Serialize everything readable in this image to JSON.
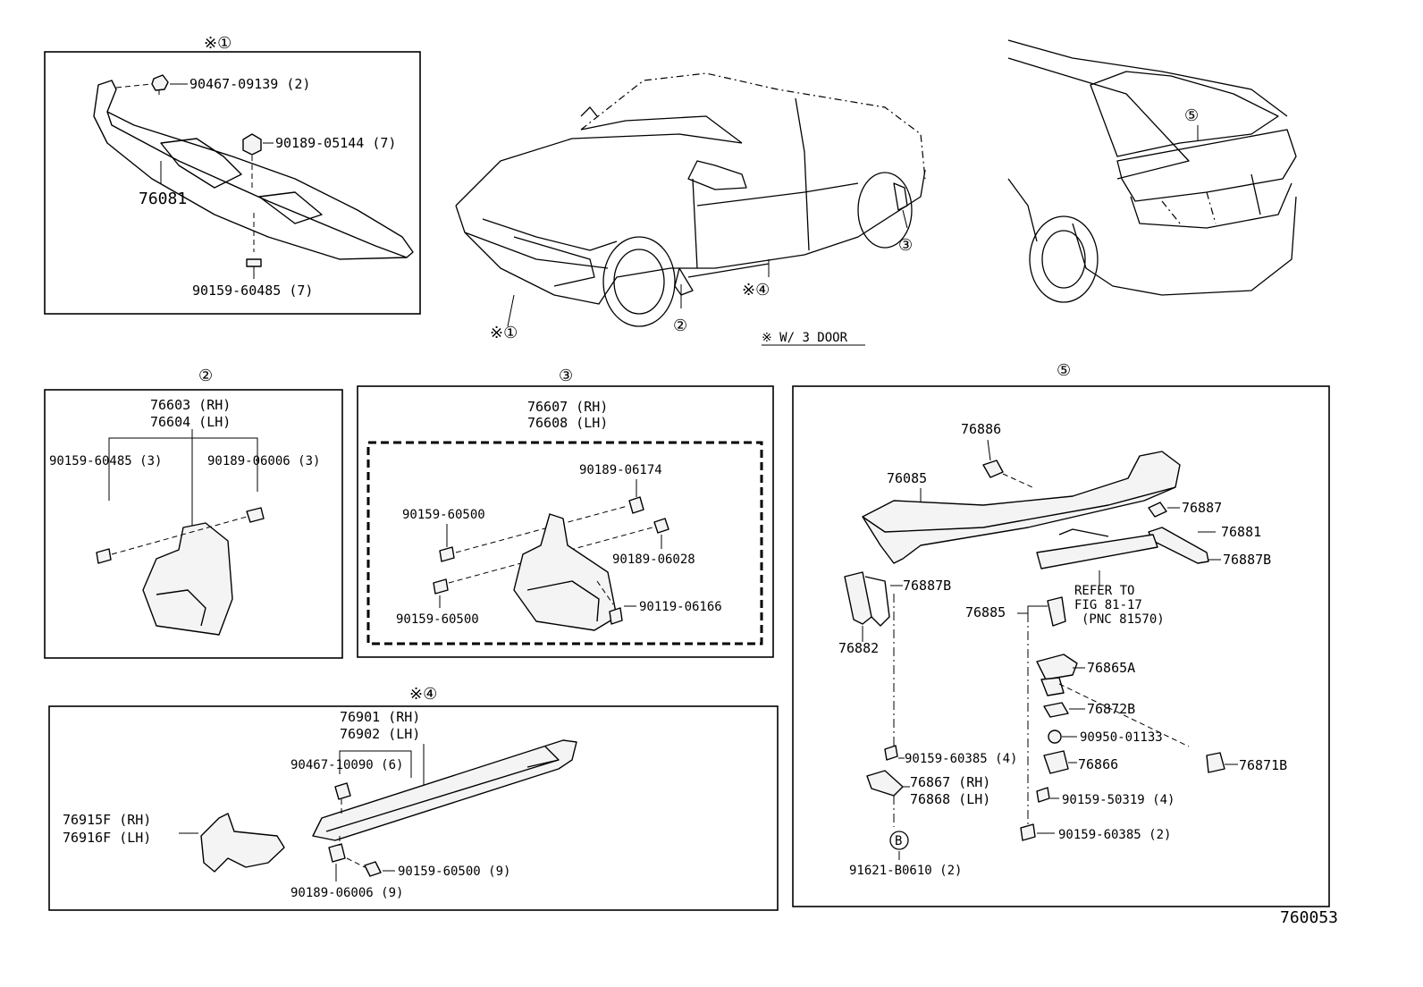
{
  "diagram_id": "760053",
  "note": "※ W/ 3 DOOR",
  "section_marks": {
    "s1": "※①",
    "s2": "②",
    "s3": "③",
    "s4": "※④",
    "s5": "⑤"
  },
  "car_callouts": {
    "c1": "※①",
    "c2": "②",
    "c3": "③",
    "c4": "※④",
    "c5": "⑤"
  },
  "panel1": {
    "p1": "90467-09139 (2)",
    "p2": "90189-05144 (7)",
    "p3": "76081",
    "p4": "90159-60485 (7)"
  },
  "panel2": {
    "main_rh": "76603 (RH)",
    "main_lh": "76604 (LH)",
    "left": "90159-60485 (3)",
    "right": "90189-06006 (3)"
  },
  "panel3": {
    "main_rh": "76607 (RH)",
    "main_lh": "76608 (LH)",
    "a": "90189-06174",
    "b": "90159-60500",
    "c": "90189-06028",
    "d": "90159-60500",
    "e": "90119-06166"
  },
  "panel4": {
    "main_rh": "76901 (RH)",
    "main_lh": "76902 (LH)",
    "a": "90467-10090 (6)",
    "flap_rh": "76915F (RH)",
    "flap_lh": "76916F (LH)",
    "b": "90159-60500 (9)",
    "c": "90189-06006 (9)"
  },
  "panel5": {
    "p76886": "76886",
    "p76085": "76085",
    "p76887": "76887",
    "p76881": "76881",
    "p76887b_r": "76887B",
    "p76887b_l": "76887B",
    "refer1": "REFER TO",
    "refer2": "FIG 81-17",
    "refer3": "(PNC 81570)",
    "p76885": "76885",
    "p76882": "76882",
    "p76865a": "76865A",
    "p76872b": "76872B",
    "p90950": "90950-01133",
    "p90159_385_4": "90159-60385 (4)",
    "p76866": "76866",
    "p76871b": "76871B",
    "p76867": "76867 (RH)",
    "p76868": "76868 (LH)",
    "p90159_319": "90159-50319 (4)",
    "p90159_385_2": "90159-60385 (2)",
    "bolt_mark": "B",
    "p91621": "91621-B0610 (2)"
  }
}
